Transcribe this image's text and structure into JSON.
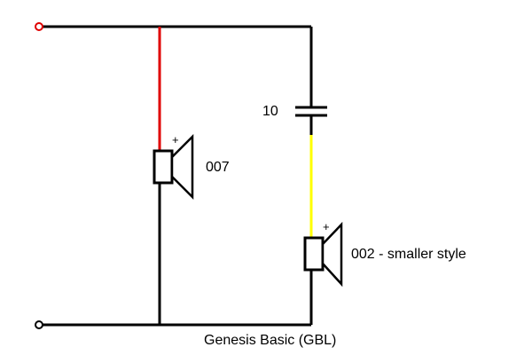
{
  "labels": {
    "capacitor_value": "10",
    "tweeter_model": "007",
    "midrange_model": "002 - smaller style",
    "caption": "Genesis Basic (GBL)"
  },
  "polarity": {
    "tweeter_plus": "+",
    "midrange_plus": "+"
  },
  "colors": {
    "wire": "#000000",
    "positive_wire": "#e00000",
    "capacitor_lead": "#ffff00",
    "positive_terminal": "#e00000",
    "negative_terminal": "#000000"
  }
}
